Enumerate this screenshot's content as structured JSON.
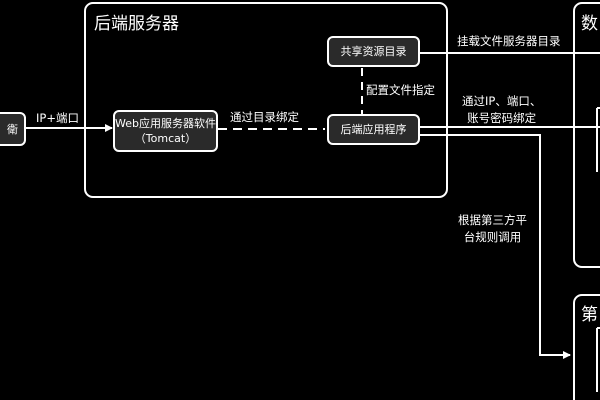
{
  "colors": {
    "background": "#000000",
    "stroke": "#ffffff",
    "node_fill": "#2a2a2a"
  },
  "containers": {
    "backend_server": {
      "title": "后端服务器"
    },
    "database": {
      "title": "数"
    },
    "third_party": {
      "title": "第"
    }
  },
  "nodes": {
    "frontend": {
      "label": "衛"
    },
    "web_server": {
      "line1": "Web应用服务器软件",
      "line2": "（Tomcat）"
    },
    "shared_dir": {
      "label": "共享资源目录"
    },
    "backend_app": {
      "label": "后端应用程序"
    }
  },
  "edges": {
    "ip_port": {
      "label": "IP+端口"
    },
    "dir_binding": {
      "label": "通过目录绑定"
    },
    "config_path": {
      "label": "配置文件指定"
    },
    "mount_dir": {
      "label": "挂载文件服务器目录"
    },
    "db_bind": {
      "line1": "通过IP、端口、",
      "line2": "账号密码绑定"
    },
    "third_party_call": {
      "line1": "根据第三方平",
      "line2": "台规则调用"
    }
  }
}
